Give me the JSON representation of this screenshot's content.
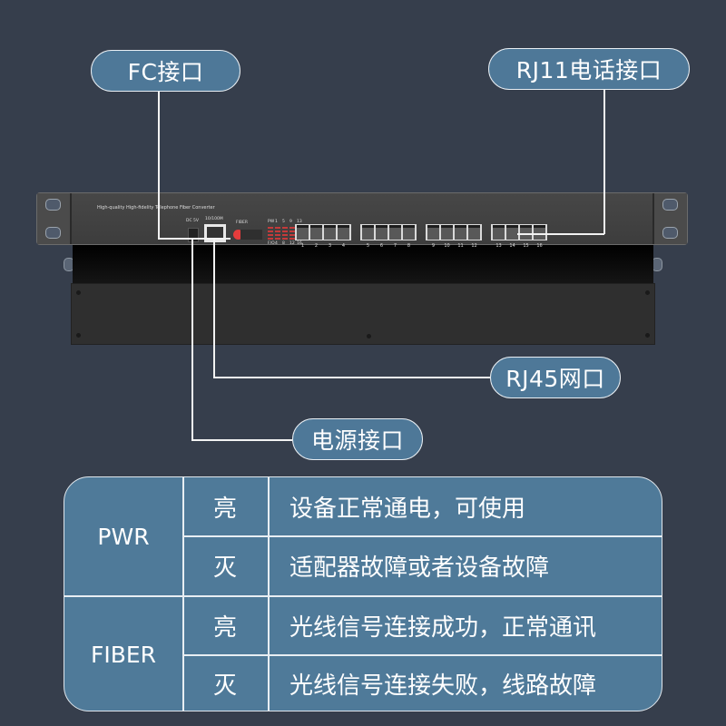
{
  "callouts": {
    "fc": "FC接口",
    "rj11": "RJ11电话接口",
    "rj45": "RJ45网口",
    "power": "电源接口"
  },
  "device": {
    "brand_text": "High-quality High-fidelity Telephone Fiber Converter",
    "dc_label": "DC 5V",
    "rj45_label": "10/100M",
    "fiber_label": "FIBER",
    "led_top_labels": [
      "PW",
      "1",
      "5",
      "9",
      "13"
    ],
    "led_bottom_labels": [
      "F/O",
      "4",
      "8",
      "12",
      "16"
    ],
    "port_numbers": [
      "1",
      "2",
      "3",
      "4",
      "5",
      "6",
      "7",
      "8",
      "9",
      "10",
      "11",
      "12",
      "13",
      "14",
      "15",
      "16"
    ]
  },
  "table": {
    "groups": [
      {
        "name": "PWR",
        "rows": [
          {
            "state": "亮",
            "desc": "设备正常通电，可使用"
          },
          {
            "state": "灭",
            "desc": "适配器故障或者设备故障"
          }
        ]
      },
      {
        "name": "FIBER",
        "rows": [
          {
            "state": "亮",
            "desc": "光线信号连接成功，正常通讯"
          },
          {
            "state": "灭",
            "desc": "光线信号连接失败，线路故障"
          }
        ]
      }
    ]
  },
  "colors": {
    "background": "#363e4c",
    "accent": "#4e7898",
    "led": "#c43a3a",
    "fiber_port": "#e53c3c"
  }
}
